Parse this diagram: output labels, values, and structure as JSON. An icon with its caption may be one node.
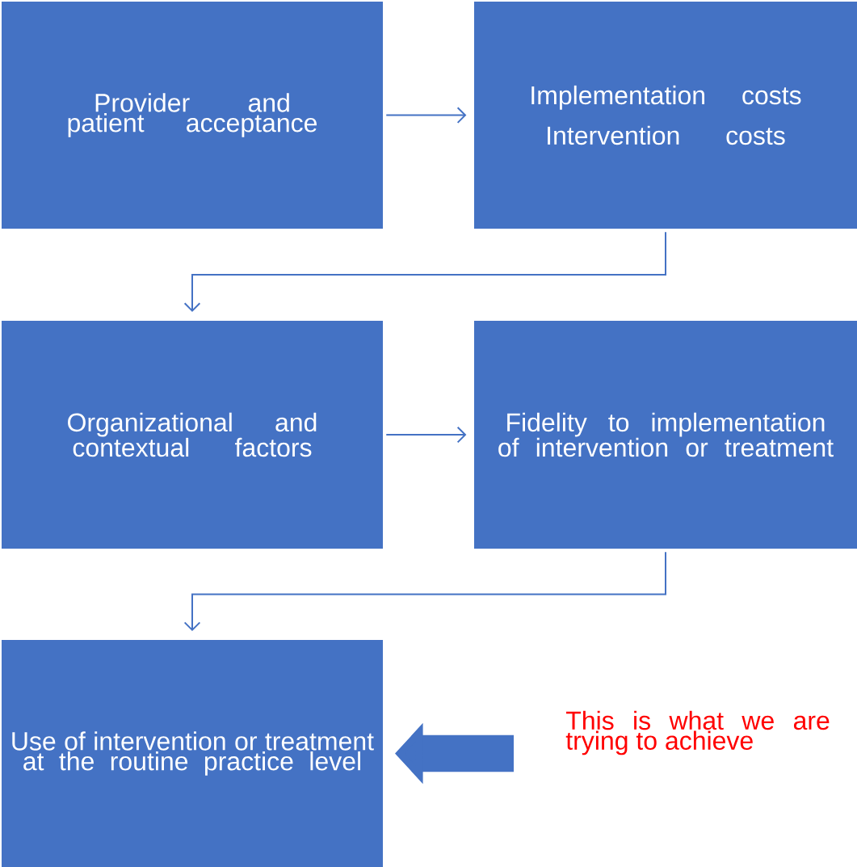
{
  "diagram": {
    "nodes": [
      {
        "text": [
          "Provider and patient acceptance"
        ]
      },
      {
        "text": [
          "Implementation costs",
          "Intervention costs"
        ]
      },
      {
        "text": [
          "Organizational and contextual factors"
        ]
      },
      {
        "text": [
          "Fidelity to implementation of intervention or treatment"
        ]
      },
      {
        "text": [
          "Use of intervention or treatment at the routine practice level"
        ]
      },
      {
        "text": [
          "This is what we are trying to achieve"
        ]
      }
    ],
    "edges": [
      {
        "from": 0,
        "to": 1,
        "arrow": "to"
      },
      {
        "from": 1,
        "to": 2,
        "arrow": "to"
      },
      {
        "from": 2,
        "to": 3,
        "arrow": "to"
      },
      {
        "from": 3,
        "to": 4,
        "arrow": "to"
      },
      {
        "from": 5,
        "to": 4,
        "arrow": "to",
        "style": "thick"
      }
    ]
  }
}
